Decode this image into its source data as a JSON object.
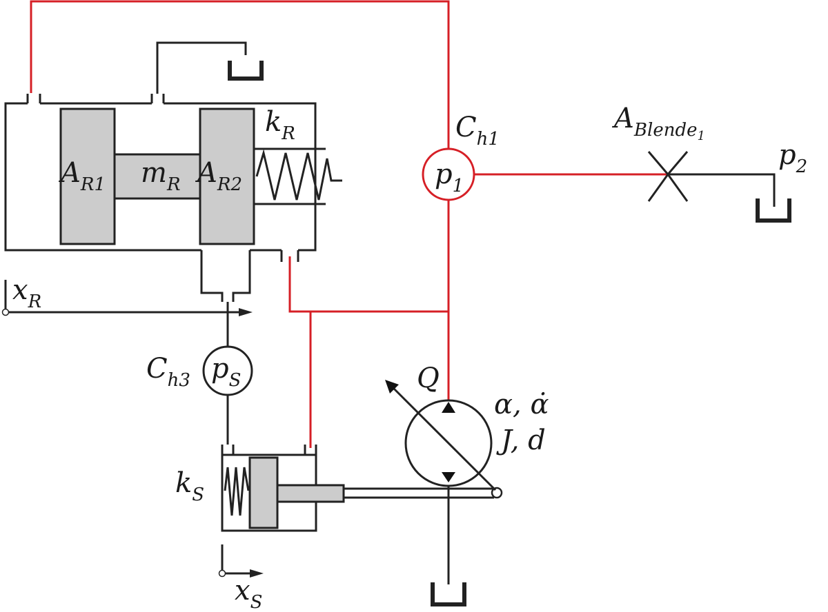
{
  "labels": {
    "C_h1": "C",
    "C_h1_sub": "h1",
    "p1": "p",
    "p1_sub": "1",
    "A_Blende": "A",
    "A_Blende_sub": "Blende",
    "A_Blende_subsub": "1",
    "p2": "p",
    "p2_sub": "2",
    "k_R": "k",
    "k_R_sub": "R",
    "A_R1": "A",
    "A_R1_sub": "R1",
    "m_R": "m",
    "m_R_sub": "R",
    "A_R2": "A",
    "A_R2_sub": "R2",
    "x_R": "x",
    "x_R_sub": "R",
    "C_h3": "C",
    "C_h3_sub": "h3",
    "p_S": "p",
    "p_S_sub": "S",
    "Q": "Q",
    "alpha": "α, α̇",
    "J_d": "J, d",
    "k_S": "k",
    "k_S_sub": "S",
    "x_S": "x",
    "x_S_sub": "S"
  },
  "colors": {
    "hydraulic_line_red": "#d61f26",
    "line_black": "#222222",
    "piston_gray": "#cccccc"
  }
}
